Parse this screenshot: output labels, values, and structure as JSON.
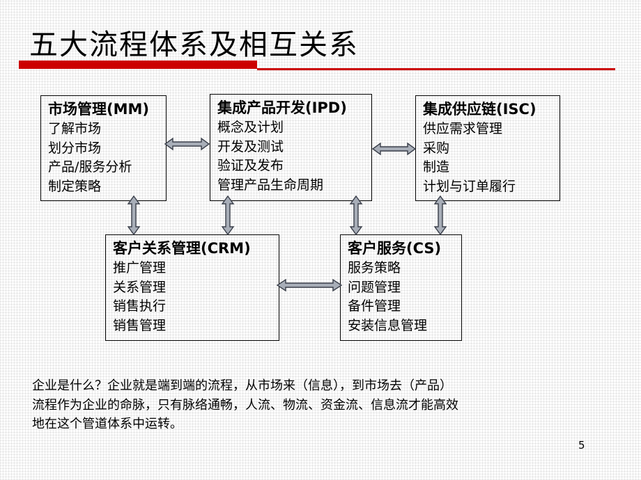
{
  "title": "五大流程体系及相互关系",
  "colors": {
    "accent": "#cc0000",
    "arrow_fill": "#a8aeb8",
    "arrow_stroke": "#3a3f4a"
  },
  "boxes": {
    "mm": {
      "title": "市场管理(MM)",
      "items": [
        "了解市场",
        "划分市场",
        "产品/服务分析",
        "制定策略"
      ]
    },
    "ipd": {
      "title": "集成产品开发(IPD)",
      "items": [
        "概念及计划",
        "开发及测试",
        "验证及发布",
        "管理产品生命周期"
      ]
    },
    "isc": {
      "title": "集成供应链(ISC)",
      "items": [
        "供应需求管理",
        "采购",
        "制造",
        "计划与订单履行"
      ]
    },
    "crm": {
      "title": "客户关系管理(CRM)",
      "items": [
        "推广管理",
        "关系管理",
        "销售执行",
        "销售管理"
      ]
    },
    "cs": {
      "title": "客户服务(CS)",
      "items": [
        "服务策略",
        "问题管理",
        "备件管理",
        "安装信息管理"
      ]
    }
  },
  "description": [
    "企业是什么？企业就是端到端的流程，从市场来（信息），到市场去（产品）",
    "流程作为企业的命脉，只有脉络通畅，人流、物流、资金流、信息流才能高效",
    "地在这个管道体系中运转。"
  ],
  "page_number": "5"
}
